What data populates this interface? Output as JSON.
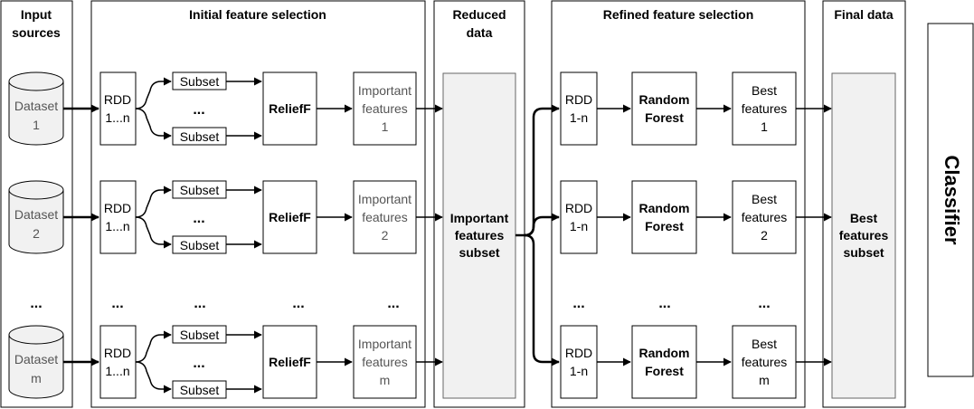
{
  "panels": {
    "input_sources": [
      "Input",
      "sources"
    ],
    "initial": "Initial feature selection",
    "reduced": [
      "Reduced",
      "data"
    ],
    "refined": "Refined feature selection",
    "final": "Final data"
  },
  "rows": [
    {
      "dataset": [
        "Dataset",
        "1"
      ],
      "rdd": [
        "RDD",
        "1...n"
      ],
      "subset_top": "Subset",
      "subset_bottom": "Subset",
      "mid_dots": "...",
      "relief": "ReliefF",
      "important": [
        "Important",
        "features",
        "1"
      ],
      "rdd2": [
        "RDD",
        "1-n"
      ],
      "forest": [
        "Random",
        "Forest"
      ],
      "best": [
        "Best",
        "features",
        "1"
      ]
    },
    {
      "dataset": [
        "Dataset",
        "2"
      ],
      "rdd": [
        "RDD",
        "1...n"
      ],
      "subset_top": "Subset",
      "subset_bottom": "Subset",
      "mid_dots": "...",
      "relief": "ReliefF",
      "important": [
        "Important",
        "features",
        "2"
      ],
      "rdd2": [
        "RDD",
        "1-n"
      ],
      "forest": [
        "Random",
        "Forest"
      ],
      "best": [
        "Best",
        "features",
        "2"
      ]
    },
    {
      "dataset": [
        "Dataset",
        "m"
      ],
      "rdd": [
        "RDD",
        "1...n"
      ],
      "subset_top": "Subset",
      "subset_bottom": "Subset",
      "mid_dots": "...",
      "relief": "ReliefF",
      "important": [
        "Important",
        "features",
        "m"
      ],
      "rdd2": [
        "RDD",
        "1-n"
      ],
      "forest": [
        "Random",
        "Forest"
      ],
      "best": [
        "Best",
        "features",
        "m"
      ]
    }
  ],
  "ellipsis": "...",
  "reduced_box": [
    "Important",
    "features",
    "subset"
  ],
  "final_box": [
    "Best",
    "features",
    "subset"
  ],
  "classifier": "Classifier"
}
